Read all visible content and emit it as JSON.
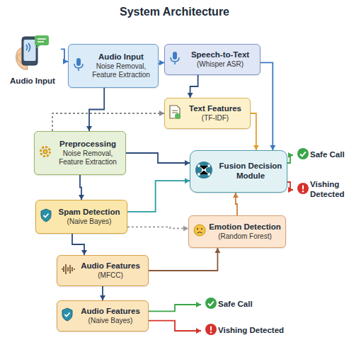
{
  "diagram": {
    "title": "System Architecture",
    "nodes": [
      {
        "text": [
          "Audio Input"
        ]
      },
      {
        "text": [
          "Audio Input",
          "Noise Removal, Feature Extraction"
        ]
      },
      {
        "text": [
          "Speech-to-Text",
          "(Whisper ASR)"
        ]
      },
      {
        "text": [
          "Text Features",
          "(TF-IDF)"
        ]
      },
      {
        "text": [
          "Preprocessing",
          "Noise Removal, Feature Extraction"
        ]
      },
      {
        "text": [
          "Fusion Decision Module"
        ]
      },
      {
        "text": [
          "Safe Call"
        ]
      },
      {
        "text": [
          "Vishing Detected"
        ]
      },
      {
        "text": [
          "Spam Detection",
          "(Naive Bayes)"
        ]
      },
      {
        "text": [
          "Emotion Detection",
          "(Random Forest)"
        ]
      },
      {
        "text": [
          "Audio Features",
          "(MFCC)"
        ]
      },
      {
        "text": [
          "Audio Features",
          "(Naive Bayes)"
        ]
      },
      {
        "text": [
          "Safe Call"
        ]
      },
      {
        "text": [
          "Vishing Detected"
        ]
      }
    ],
    "edges": [
      {
        "from": 0,
        "to": 1,
        "arrow": "to"
      },
      {
        "from": 1,
        "to": 2,
        "arrow": "to"
      },
      {
        "from": 2,
        "to": 3,
        "arrow": "to"
      },
      {
        "from": 1,
        "to": 4,
        "arrow": "to"
      },
      {
        "from": 4,
        "to": 3,
        "arrow": "to"
      },
      {
        "from": 2,
        "to": 5,
        "arrow": "to"
      },
      {
        "from": 3,
        "to": 5,
        "arrow": "to"
      },
      {
        "from": 4,
        "to": 5,
        "arrow": "to"
      },
      {
        "from": 8,
        "to": 5,
        "arrow": "to"
      },
      {
        "from": 8,
        "to": 9,
        "arrow": "to"
      },
      {
        "from": 9,
        "to": 5,
        "arrow": "to"
      },
      {
        "from": 10,
        "to": 9,
        "arrow": "to"
      },
      {
        "from": 5,
        "to": 6,
        "arrow": "to"
      },
      {
        "from": 5,
        "to": 7,
        "arrow": "to"
      },
      {
        "from": 4,
        "to": 8,
        "arrow": "to"
      },
      {
        "from": 8,
        "to": 10,
        "arrow": "to"
      },
      {
        "from": 10,
        "to": 11,
        "arrow": "to"
      },
      {
        "from": 11,
        "to": 12,
        "arrow": "to"
      },
      {
        "from": 11,
        "to": 13,
        "arrow": "to"
      }
    ]
  }
}
